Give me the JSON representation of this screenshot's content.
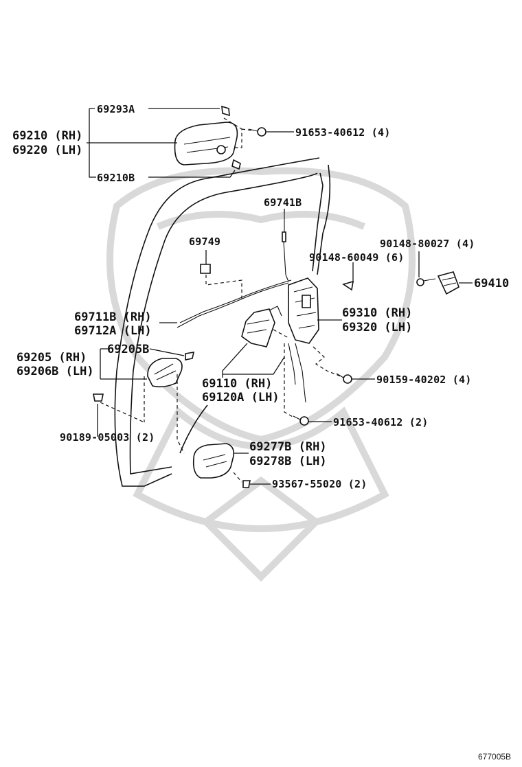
{
  "diagram": {
    "labels": {
      "p69293A": "69293A",
      "p69210rh": "69210 (RH)",
      "p69220lh": "69220 (LH)",
      "p69210B": "69210B",
      "p91653_4": "91653-40612 (4)",
      "p69741B": "69741B",
      "p69749": "69749",
      "p90148_80027": "90148-80027 (4)",
      "p90148_60049": "90148-60049 (6)",
      "p69410": "69410",
      "p69310rh": "69310 (RH)",
      "p69320lh": "69320 (LH)",
      "p69711Brh": "69711B (RH)",
      "p69712Alh": "69712A (LH)",
      "p69205rh": "69205 (RH)",
      "p69206Blh": "69206B (LH)",
      "p69205B": "69205B",
      "p69110rh": "69110 (RH)",
      "p69120Alh": "69120A (LH)",
      "p90159": "90159-40202 (4)",
      "p91653_2": "91653-40612 (2)",
      "p90189": "90189-05003 (2)",
      "p69277Brh": "69277B (RH)",
      "p69278Blh": "69278B (LH)",
      "p93567": "93567-55020 (2)"
    },
    "figure_number": "677005B"
  }
}
